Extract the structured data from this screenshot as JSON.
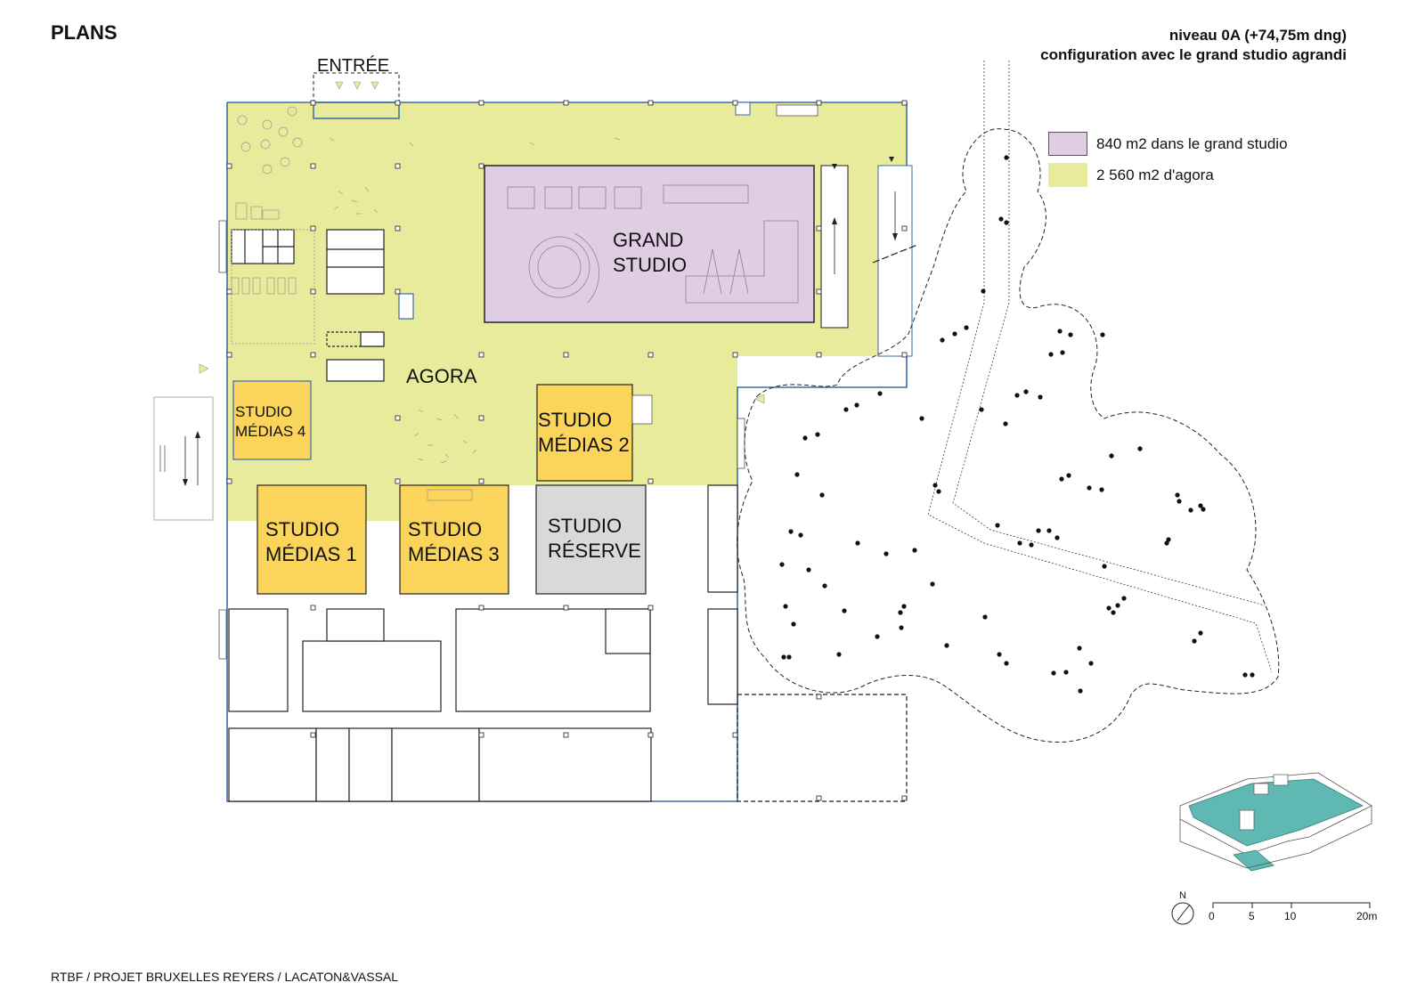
{
  "header": {
    "title": "PLANS",
    "level": "niveau 0A (+74,75m dng)",
    "configuration": "configuration  avec le grand studio agrandi"
  },
  "legend": {
    "items": [
      {
        "color": "#e0cce3",
        "label": "840 m2 dans le grand studio"
      },
      {
        "color": "#e8eb9c",
        "label": "2 560 m2 d'agora"
      }
    ]
  },
  "plan": {
    "entrance": "ENTRÉE",
    "agora": "AGORA",
    "grand_studio": [
      "GRAND",
      "STUDIO"
    ],
    "studio_medias_1": [
      "STUDIO",
      "MÉDIAS 1"
    ],
    "studio_medias_2": [
      "STUDIO",
      "MÉDIAS 2"
    ],
    "studio_medias_3": [
      "STUDIO",
      "MÉDIAS 3"
    ],
    "studio_medias_4": [
      "STUDIO",
      "MÉDIAS 4"
    ],
    "studio_reserve": [
      "STUDIO",
      "RÉSERVE"
    ],
    "colors": {
      "agora": "#e8eb9c",
      "grand_studio": "#e0cce3",
      "studio_medias": "#fbd55b",
      "studio_reserve": "#d9d9d9",
      "outline": "#3d6aa8",
      "axonometric_highlight": "#5fb8b2"
    }
  },
  "north_arrow": {
    "label": "N"
  },
  "scale_bar": {
    "ticks": [
      "0",
      "5",
      "10",
      "20m"
    ]
  },
  "footer": {
    "credit": "RTBF / PROJET BRUXELLES REYERS / LACATON&VASSAL"
  }
}
